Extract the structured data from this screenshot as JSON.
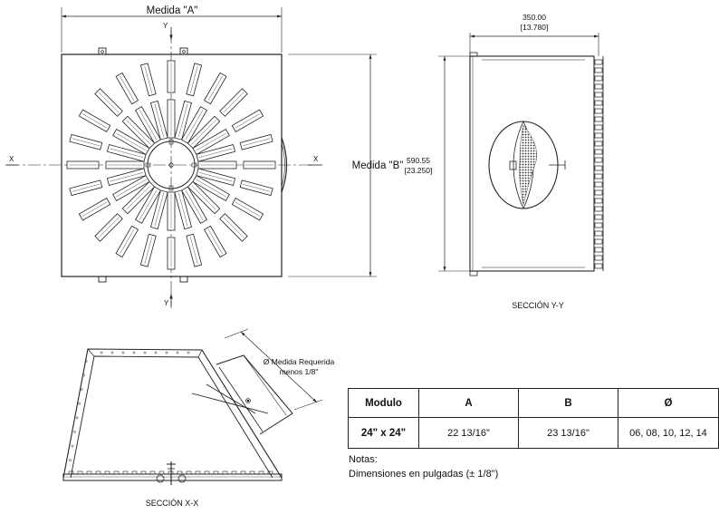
{
  "front_view": {
    "dim_a_label": "Medida \"A\"",
    "dim_b_label": "Medida \"B\"",
    "axis_y": "Y",
    "axis_x": "X"
  },
  "section_yy": {
    "title": "SECCIÓN Y-Y",
    "width_mm": "350.00",
    "width_in": "[13.780]",
    "height_mm": "590.55",
    "height_in": "[23.250]"
  },
  "section_xx": {
    "title": "SECCIÓN X-X",
    "callout_line1": "Ø Medida Requerida",
    "callout_line2": "menos  1/8\""
  },
  "table": {
    "headers": [
      "Modulo",
      "A",
      "B",
      "Ø"
    ],
    "row": [
      "24\" x 24\"",
      "22  13/16\"",
      "23  13/16\"",
      "06, 08, 10, 12, 14"
    ]
  },
  "notes": {
    "line1": "Notas:",
    "line2": "Dimensiones en pulgadas (± 1/8\")"
  },
  "colors": {
    "line": "#222222",
    "background": "#ffffff"
  }
}
